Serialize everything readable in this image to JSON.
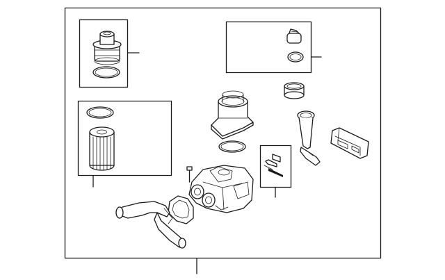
{
  "diagram": {
    "kind": "exploded parts diagram",
    "callout_style": "unlabeled leader lines",
    "groups": [
      {
        "name": "cap-and-seal-kit",
        "icons": [
          "filter-cap-icon",
          "seal-ring-icon"
        ]
      },
      {
        "name": "filter-element-kit",
        "icons": [
          "seal-ring-icon",
          "filter-element-icon"
        ]
      },
      {
        "name": "sensor-kit",
        "icons": [
          "sensor-plug-icon",
          "small-seal-icon"
        ]
      },
      {
        "name": "gasket-set",
        "icons": [
          "gasket-icon"
        ]
      }
    ],
    "loose_parts": [
      "bushing-icon",
      "adapter-elbow-icon",
      "drain-tube-icon",
      "connector-icon",
      "mounting-bolt-icon",
      "filter-housing-icon",
      "housing-gasket-icon",
      "coolant-pipe-icon"
    ]
  }
}
